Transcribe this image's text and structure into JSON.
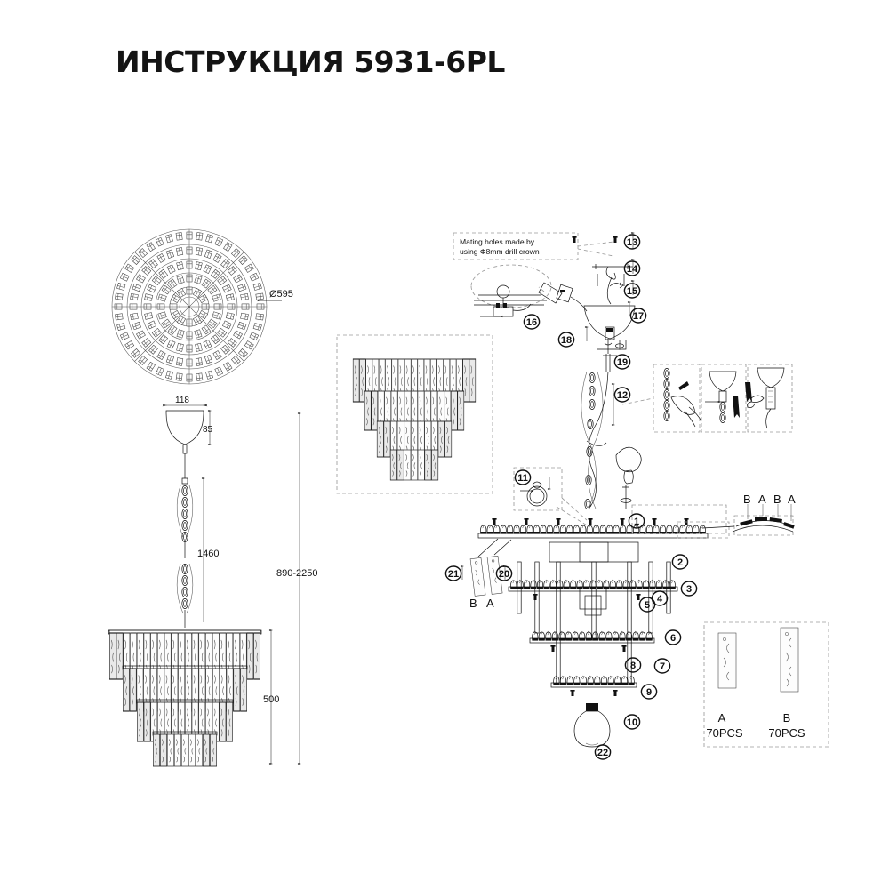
{
  "document": {
    "title": "ИНСТРУКЦИЯ 5931-6PL",
    "type": "assembly-instruction",
    "product": "6-light tiered crystal chandelier"
  },
  "dimensions": {
    "overall_diameter": "Ø595",
    "canopy_width": "118",
    "canopy_height": "85",
    "chain_length": "1460",
    "total_height_range": "890-2250",
    "fixture_height": "500"
  },
  "notes": {
    "mating_holes_line1": "Mating holes made by",
    "mating_holes_line2": "using Ф8mm drill crown"
  },
  "callouts": [
    {
      "n": "1"
    },
    {
      "n": "2"
    },
    {
      "n": "3"
    },
    {
      "n": "4"
    },
    {
      "n": "5"
    },
    {
      "n": "6"
    },
    {
      "n": "7"
    },
    {
      "n": "8"
    },
    {
      "n": "9"
    },
    {
      "n": "10"
    },
    {
      "n": "11"
    },
    {
      "n": "12"
    },
    {
      "n": "13"
    },
    {
      "n": "14"
    },
    {
      "n": "15"
    },
    {
      "n": "16"
    },
    {
      "n": "17"
    },
    {
      "n": "18"
    },
    {
      "n": "19"
    },
    {
      "n": "20"
    },
    {
      "n": "21"
    },
    {
      "n": "22"
    }
  ],
  "crystal_order": {
    "top_sequence": [
      "B",
      "A",
      "B",
      "A"
    ],
    "side_sequence": [
      "B",
      "A"
    ]
  },
  "parts_legend": {
    "items": [
      {
        "label": "A",
        "qty": "70PCS"
      },
      {
        "label": "B",
        "qty": "70PCS"
      }
    ]
  },
  "colors": {
    "ink": "#111111",
    "dimension_line": "#6b6b6b",
    "dashed_box": "#9a9a9a",
    "crystal_fill": "#fdfdfd",
    "background": "#ffffff"
  }
}
